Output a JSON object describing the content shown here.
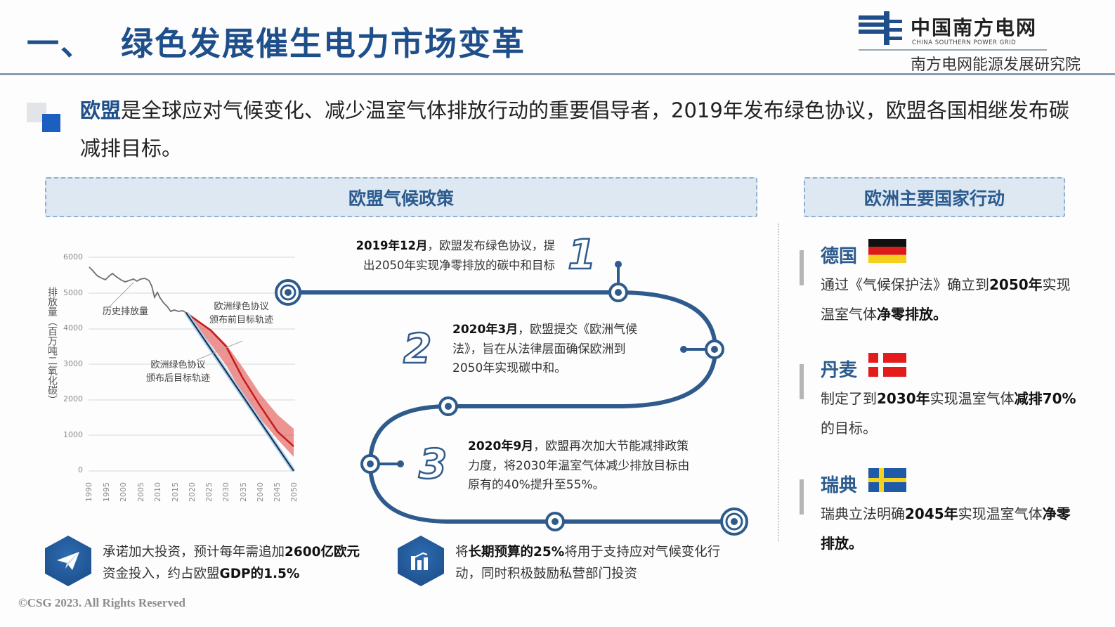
{
  "header": {
    "section_number": "一、",
    "title": "绿色发展催生电力市场变革",
    "logo": {
      "name_cn": "中国南方电网",
      "name_en": "CHINA SOUTHERN POWER GRID",
      "institute": "南方电网能源发展研究院"
    }
  },
  "intro": {
    "highlight": "欧盟",
    "text": "是全球应对气候变化、减少温室气体排放行动的重要倡导者，2019年发布绿色协议，欧盟各国相继发布碳减排目标。"
  },
  "left_panel": {
    "title": "欧盟气候政策",
    "chart": {
      "ylabel": "排放量（百万吨二氧化碳）",
      "yticks": [
        "6000",
        "5000",
        "4000",
        "3000",
        "2000",
        "1000",
        "0"
      ],
      "xticks": [
        "1990",
        "1995",
        "2000",
        "2005",
        "2010",
        "2015",
        "2020",
        "2025",
        "2030",
        "2035",
        "2040",
        "2045",
        "2050"
      ],
      "annotations": {
        "historical": "历史排放量",
        "before_line1": "欧洲绿色协议",
        "before_line2": "颁布前目标轨迹",
        "after_line1": "欧洲绿色协议",
        "after_line2": "颁布后目标轨迹"
      }
    },
    "timeline": [
      {
        "number": "1",
        "date": "2019年12月",
        "text": "，欧盟发布绿色协议，提",
        "text2": "出2050年实现净零排放的碳中和目标"
      },
      {
        "number": "2",
        "date": "2020年3月",
        "text": "，欧盟提交《欧洲气候",
        "text2": "法》，旨在从法律层面确保欧洲到",
        "text3": "2050年实现碳中和。"
      },
      {
        "number": "3",
        "date": "2020年9月",
        "text": "，欧盟再次加大节能减排政策",
        "text2": "力度，将2030年温室气体减少排放目标由",
        "text3": "原有的40%提升至55%。"
      }
    ],
    "facts": [
      {
        "icon": "paper-plane-icon",
        "line1_a": "承诺加大投资，预计每年需追加",
        "line1_b": "2600亿欧元",
        "line2_a": "资金投入，约占欧盟",
        "line2_b": "GDP的1.5%"
      },
      {
        "icon": "bar-chart-icon",
        "line1_a": "将",
        "line1_b": "长期预算的25%",
        "line1_c": "将用于支持应对气候变化行",
        "line2_a": "动，同时积极鼓励私营部门投资"
      }
    ]
  },
  "right_panel": {
    "title": "欧洲主要国家行动",
    "countries": [
      {
        "name": "德国",
        "flag": "germany-flag",
        "d1": "通过《气候保护法》确立到",
        "d2": "2050年",
        "d3": "实现温室气体",
        "d4": "净零排放。"
      },
      {
        "name": "丹麦",
        "flag": "denmark-flag",
        "d1": "制定了到",
        "d2": "2030年",
        "d3": "实现温室气体",
        "d4": "减排70%",
        "d5": "的目标。"
      },
      {
        "name": "瑞典",
        "flag": "sweden-flag",
        "d1": "瑞典立法明确",
        "d2": "2045年",
        "d3": "实现温室气体",
        "d4": "净零排放。"
      }
    ]
  },
  "footer": {
    "copyright": "©CSG 2023. All Rights Reserved"
  },
  "colors": {
    "primary_blue": "#1f4f8a",
    "timeline_blue": "#2f5b8c",
    "box_fill": "#dde8f3",
    "red_band": "#d9302c"
  },
  "chart_data": {
    "type": "line",
    "title": "",
    "xlabel": "",
    "ylabel": "排放量（百万吨二氧化碳）",
    "ylim": [
      0,
      6000
    ],
    "x": [
      1990,
      1995,
      2000,
      2005,
      2008,
      2010,
      2015,
      2018,
      2020,
      2025,
      2030,
      2035,
      2040,
      2045,
      2050
    ],
    "series": [
      {
        "name": "历史排放量",
        "x": [
          1990,
          1993,
          1995,
          1997,
          2000,
          2003,
          2005,
          2007,
          2009,
          2010,
          2012,
          2014,
          2016,
          2018
        ],
        "values": [
          5750,
          5450,
          5350,
          5500,
          5300,
          5350,
          5400,
          5350,
          4850,
          4950,
          4700,
          4450,
          4500,
          4450
        ]
      },
      {
        "name": "欧洲绿色协议颁布前目标轨迹",
        "x": [
          2018,
          2025,
          2030,
          2035,
          2040,
          2045,
          2050
        ],
        "values": [
          4450,
          3900,
          3450,
          2800,
          2100,
          1400,
          700
        ]
      },
      {
        "name": "欧洲绿色协议颁布后目标轨迹",
        "x": [
          2018,
          2025,
          2030,
          2035,
          2040,
          2045,
          2050
        ],
        "values": [
          4450,
          3300,
          2600,
          2000,
          1300,
          650,
          0
        ]
      }
    ],
    "grid": true,
    "legend": "inline annotations"
  }
}
